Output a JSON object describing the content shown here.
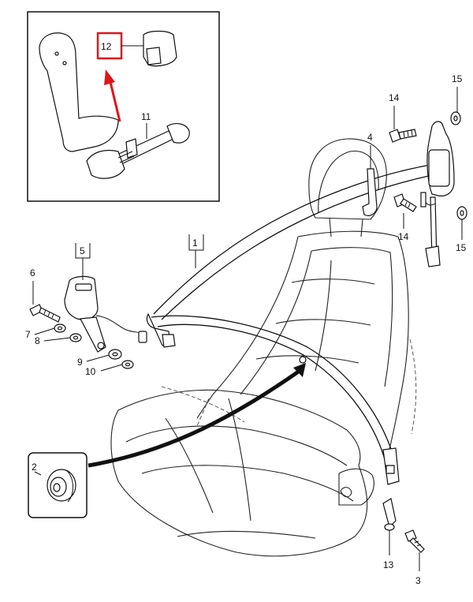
{
  "diagram": {
    "callouts": {
      "c1": "1",
      "c2": "2",
      "c3": "3",
      "c4": "4",
      "c5": "5",
      "c6": "6",
      "c7": "7",
      "c8": "8",
      "c9": "9",
      "c10": "10",
      "c11": "11",
      "c12": "12",
      "c13": "13",
      "c14a": "14",
      "c14b": "14",
      "c15a": "15",
      "c15b": "15"
    },
    "highlight_color": "#e0151b"
  }
}
